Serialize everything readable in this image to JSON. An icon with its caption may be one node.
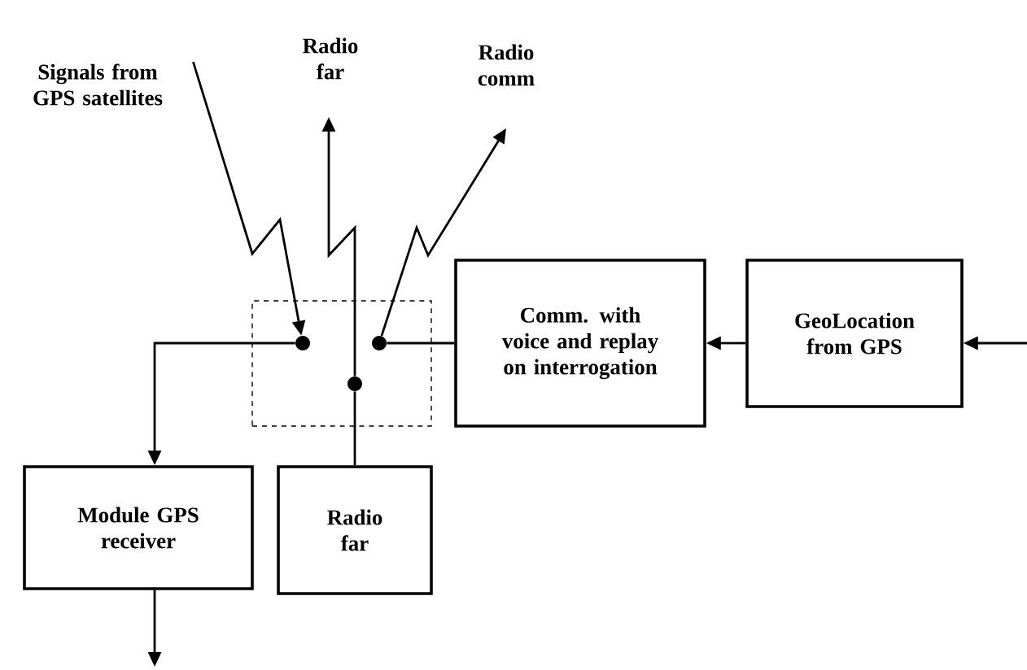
{
  "diagram": {
    "nodes": [
      {
        "text": [],
        "shape": "box"
      },
      {
        "text": [],
        "shape": "circle",
        "in": 0
      },
      {
        "text": [],
        "shape": "circle",
        "in": 0
      },
      {
        "text": [],
        "shape": "circle",
        "in": 0
      },
      {
        "text": [
          "Signals from GPS satellites"
        ]
      },
      {
        "text": [
          "Radio far"
        ]
      },
      {
        "text": [
          "Radio comm"
        ]
      },
      {
        "text": [
          "Comm. with voice and replay on interrogation"
        ]
      },
      {
        "text": [
          "GeoLocation from GPS"
        ]
      },
      {
        "text": [
          "Module GPS receiver"
        ]
      },
      {
        "text": [
          "Radio far"
        ]
      }
    ],
    "edges": [
      {
        "from": 4,
        "to": 1,
        "arrow": "to"
      },
      {
        "from": 10,
        "to": 3,
        "arrow": "none"
      },
      {
        "from": 3,
        "to": 5,
        "arrow": "to"
      },
      {
        "from": 2,
        "to": 6,
        "arrow": "to"
      },
      {
        "from": 1,
        "to": 9,
        "arrow": "to"
      },
      {
        "from": 7,
        "to": 2,
        "arrow": "none"
      },
      {
        "from": 8,
        "to": 7,
        "arrow": "to"
      },
      {
        "from": null,
        "to": 8,
        "arrow": "to"
      },
      {
        "from": 9,
        "to": null,
        "arrow": "to"
      }
    ]
  }
}
